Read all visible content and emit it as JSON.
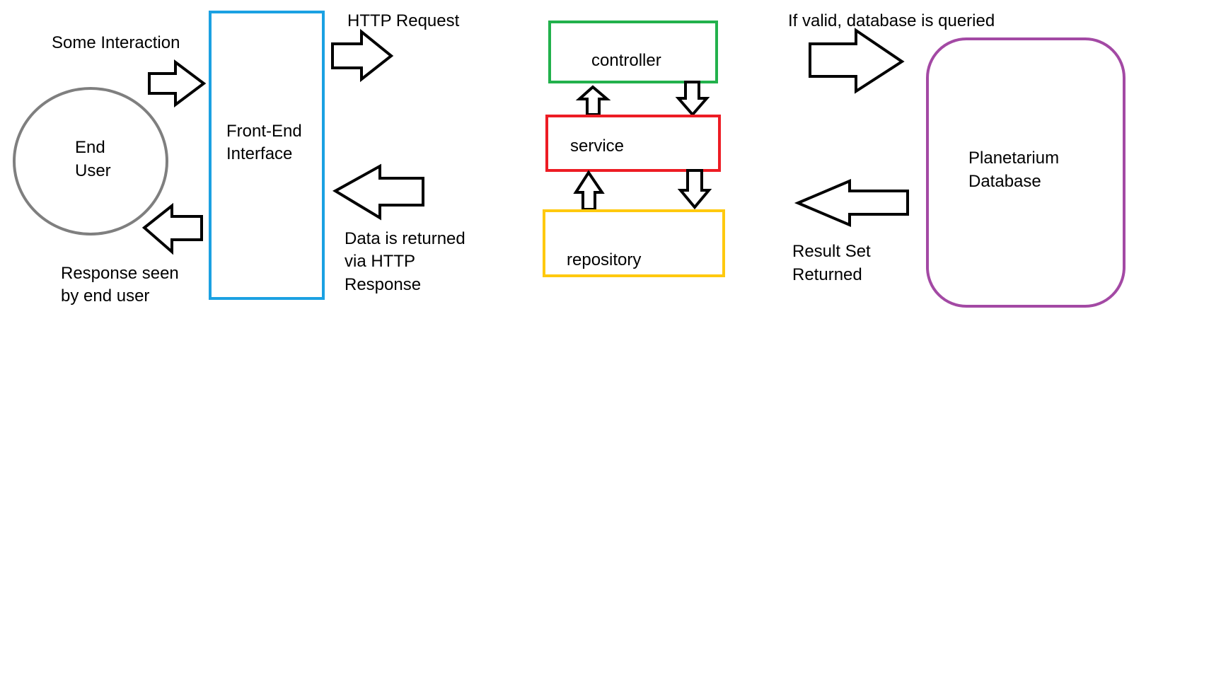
{
  "labels": {
    "some_interaction": "Some Interaction",
    "end_user_line1": "End",
    "end_user_line2": "User",
    "response_seen_line1": "Response seen",
    "response_seen_line2": "by end user",
    "front_end_line1": "Front-End",
    "front_end_line2": "Interface",
    "http_request": "HTTP Request",
    "data_returned_line1": "Data is returned",
    "data_returned_line2": "via HTTP",
    "data_returned_line3": "Response",
    "controller": "controller",
    "service": "service",
    "repository": "repository",
    "if_valid": "If valid, database is queried",
    "result_set_line1": "Result Set",
    "result_set_line2": "Returned",
    "database_line1": "Planetarium",
    "database_line2": "Database"
  },
  "colors": {
    "end_user_circle": "#7f7f7f",
    "front_end_box": "#1ba1e2",
    "controller_box": "#22b14c",
    "service_box": "#ed1c24",
    "repository_box": "#ffc90e",
    "database_box": "#a349a4",
    "arrow_stroke": "#000000",
    "text": "#000000"
  }
}
